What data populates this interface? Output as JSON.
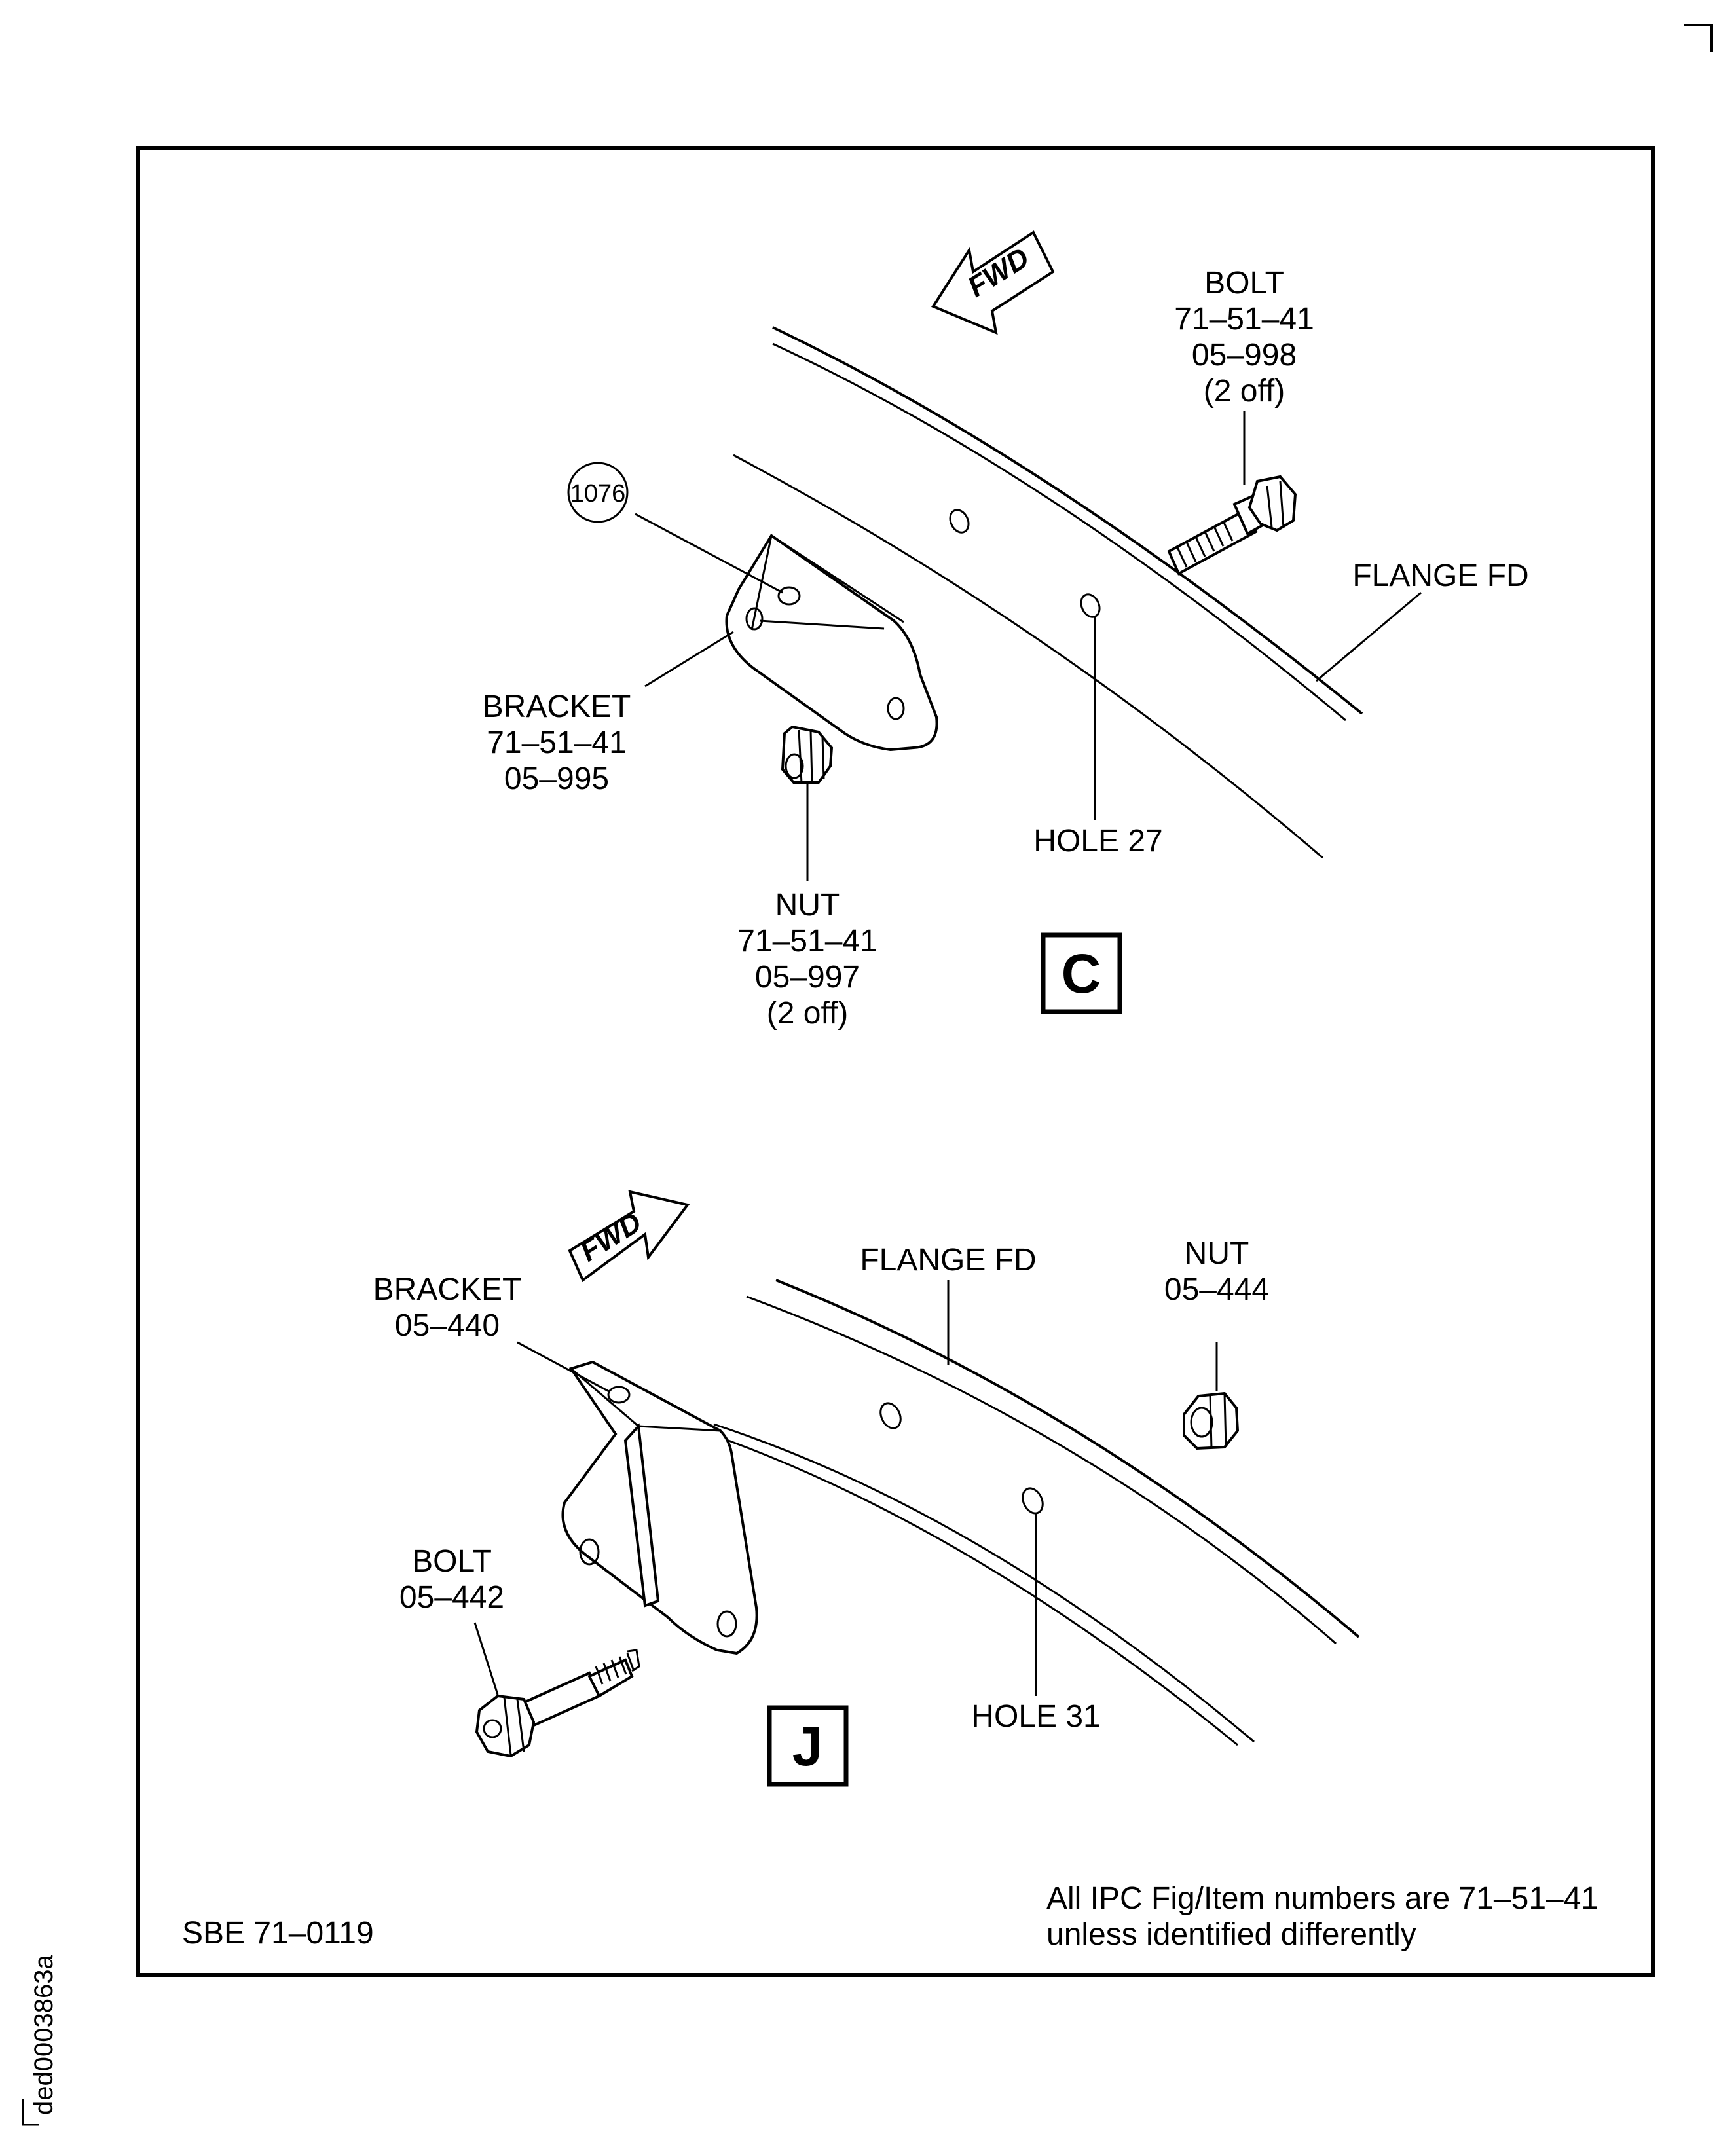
{
  "view_c": {
    "fwd": "FWD",
    "bolt": {
      "name": "BOLT",
      "fig": "71–51–41",
      "item": "05–998",
      "qty": "(2 off)"
    },
    "bracket": {
      "name": "BRACKET",
      "fig": "71–51–41",
      "item": "05–995"
    },
    "nut": {
      "name": "NUT",
      "fig": "71–51–41",
      "item": "05–997",
      "qty": "(2 off)"
    },
    "flange": "FLANGE FD",
    "hole": "HOLE 27",
    "callout": "1076",
    "view_letter": "C"
  },
  "view_j": {
    "fwd": "FWD",
    "flange": "FLANGE FD",
    "nut": {
      "name": "NUT",
      "item": "05–444"
    },
    "bracket": {
      "name": "BRACKET",
      "item": "05–440"
    },
    "bolt": {
      "name": "BOLT",
      "item": "05–442"
    },
    "hole": "HOLE 31",
    "view_letter": "J"
  },
  "footer": {
    "ref": "SBE 71–0119",
    "note_line1": "All IPC Fig/Item numbers are 71–51–41",
    "note_line2": "unless identified differently"
  },
  "side_id": "ded0003863a"
}
